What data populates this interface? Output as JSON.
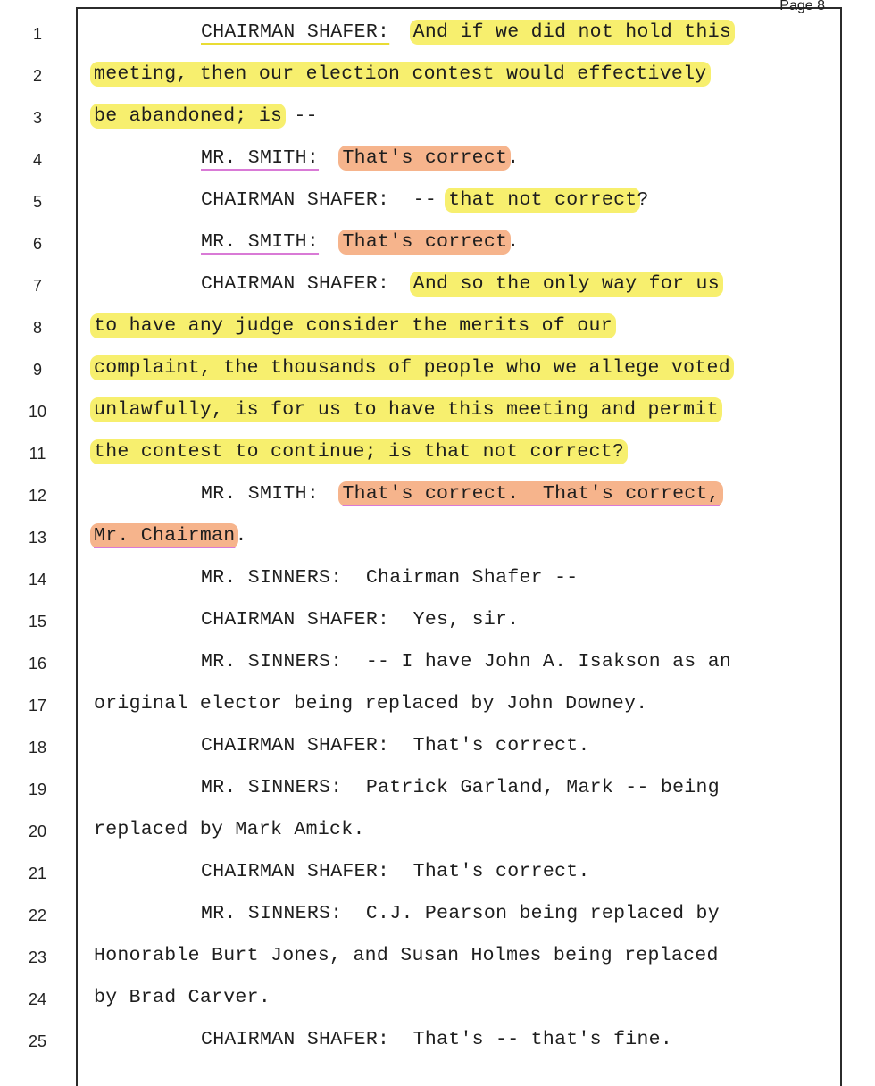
{
  "page_label": "Page 8",
  "lines": [
    {
      "num": "1",
      "speaker": "CHAIRMAN SHAFER:",
      "text": "And if we did not hold this"
    },
    {
      "num": "2",
      "text": "meeting, then our election contest would effectively"
    },
    {
      "num": "3",
      "text": "be abandoned; is",
      "tail": "--"
    },
    {
      "num": "4",
      "speaker": "MR. SMITH:",
      "text": "That's correct",
      "tail": "."
    },
    {
      "num": "5",
      "speaker": "CHAIRMAN SHAFER:",
      "lead": "--",
      "text": "that not correct",
      "tail": "?"
    },
    {
      "num": "6",
      "speaker": "MR. SMITH:",
      "text": "That's correct",
      "tail": "."
    },
    {
      "num": "7",
      "speaker": "CHAIRMAN SHAFER:",
      "text": "And so the only way for us"
    },
    {
      "num": "8",
      "text": "to have any judge consider the merits of our"
    },
    {
      "num": "9",
      "text": "complaint, the thousands of people who we allege voted"
    },
    {
      "num": "10",
      "text": "unlawfully, is for us to have this meeting and permit"
    },
    {
      "num": "11",
      "text": "the contest to continue; is that not correct?"
    },
    {
      "num": "12",
      "speaker": "MR. SMITH:",
      "text": "That's correct.  That's correct,"
    },
    {
      "num": "13",
      "text": "Mr. Chairman",
      "tail": "."
    },
    {
      "num": "14",
      "speaker": "MR. SINNERS:",
      "text": "Chairman Shafer --"
    },
    {
      "num": "15",
      "speaker": "CHAIRMAN SHAFER:",
      "text": "Yes, sir."
    },
    {
      "num": "16",
      "speaker": "MR. SINNERS:",
      "text": "-- I have John A. Isakson as an"
    },
    {
      "num": "17",
      "text": "original elector being replaced by John Downey."
    },
    {
      "num": "18",
      "speaker": "CHAIRMAN SHAFER:",
      "text": "That's correct."
    },
    {
      "num": "19",
      "speaker": "MR. SINNERS:",
      "text": "Patrick Garland, Mark -- being"
    },
    {
      "num": "20",
      "text": "replaced by Mark Amick."
    },
    {
      "num": "21",
      "speaker": "CHAIRMAN SHAFER:",
      "text": "That's correct."
    },
    {
      "num": "22",
      "speaker": "MR. SINNERS:",
      "text": "C.J. Pearson being replaced by"
    },
    {
      "num": "23",
      "text": "Honorable Burt Jones, and Susan Holmes being replaced"
    },
    {
      "num": "24",
      "text": "by Brad Carver."
    },
    {
      "num": "25",
      "speaker": "CHAIRMAN SHAFER:",
      "text": "That's -- that's fine."
    }
  ],
  "highlight_colors": {
    "yellow": "#f7ef6e",
    "orange": "#f6b48c",
    "pink_underline": "#d97ad6"
  }
}
